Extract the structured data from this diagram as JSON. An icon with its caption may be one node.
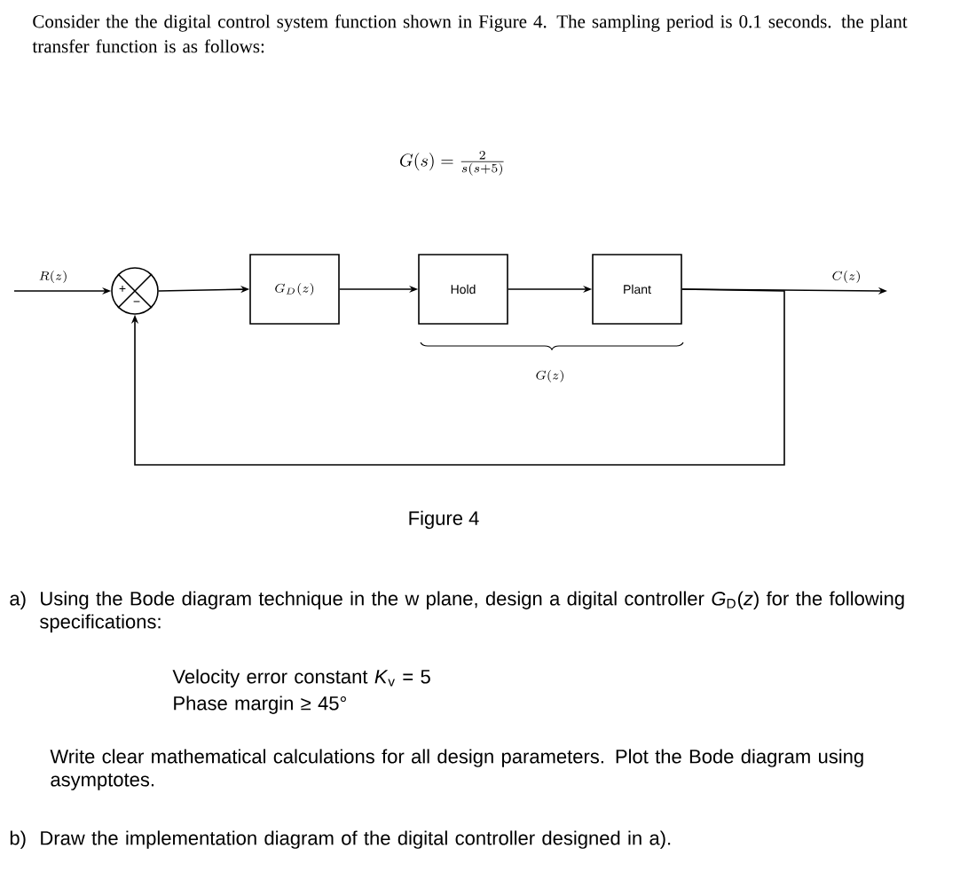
{
  "diagram": {
    "nodes": [
      {
        "text": [
          "+",
          "−"
        ]
      },
      {
        "text": [
          "G_D(z)"
        ]
      },
      {
        "text": [
          "Hold"
        ]
      },
      {
        "text": [
          "Plant"
        ]
      }
    ],
    "edges": [
      {
        "from": null,
        "to": 0,
        "arrow": "to",
        "label": "R(z)"
      },
      {
        "from": 0,
        "to": 1,
        "arrow": "to"
      },
      {
        "from": 1,
        "to": 2,
        "arrow": "to"
      },
      {
        "from": 2,
        "to": 3,
        "arrow": "to"
      },
      {
        "from": 3,
        "to": null,
        "arrow": "to",
        "label": "C(z)"
      },
      {
        "from": 3,
        "to": 0,
        "arrow": "to"
      }
    ],
    "labels": [
      "Consider the the digital control system function shown in Figure 4. The sampling period is 0.1 seconds. the plant transfer function is as follows:",
      "G(s) = \\frac{2}{s(s+5)}",
      "G(z)",
      "Figure 4",
      "a)",
      "Using the Bode diagram technique in the w plane, design a digital controller *G*$_{D}$(*z*) for the following specifications:",
      "Velocity error constant  *K*$_{v}$ = 5",
      "Phase margin ≥ 45°",
      "Write clear mathematical calculations for all design parameters. Plot the Bode diagram using asymptotes.",
      "b)",
      "Draw the implementation diagram of the digital controller designed in a)."
    ]
  }
}
